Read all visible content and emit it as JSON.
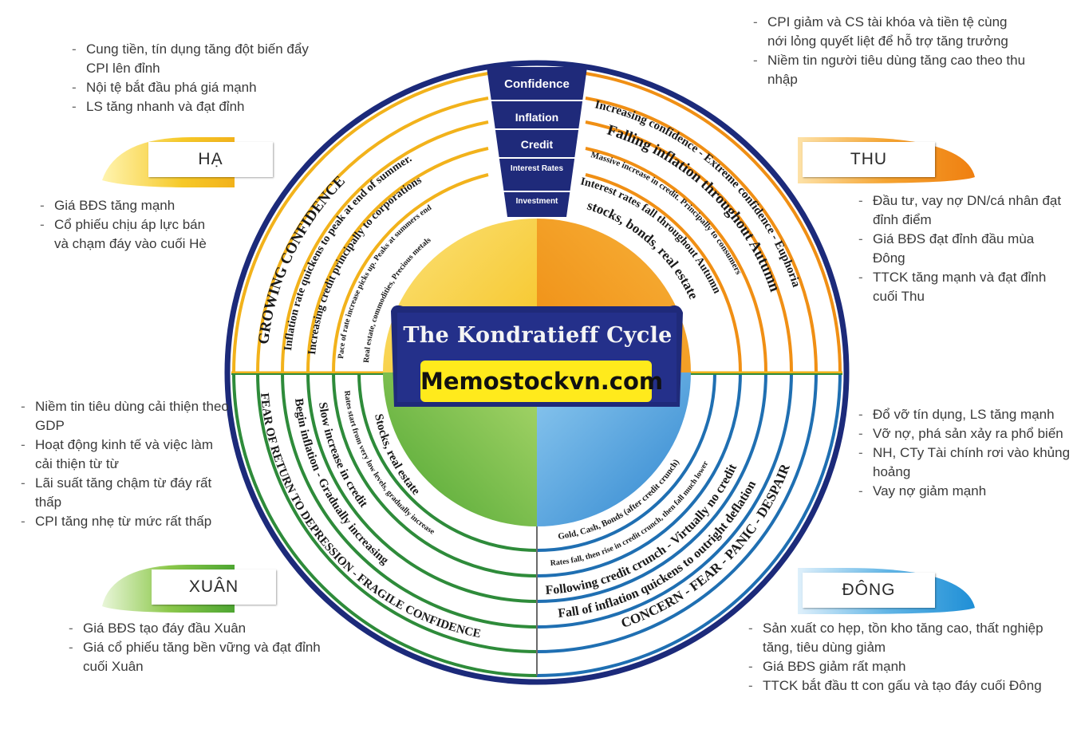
{
  "diagram": {
    "center_title": "The Kondratieff Cycle",
    "brand": "Memostockvn.com",
    "spokes": [
      "Confidence",
      "Inflation",
      "Credit",
      "Interest Rates",
      "Investment"
    ],
    "colors": {
      "summer": "#f6c928",
      "autumn": "#f29a1f",
      "spring": "#74b83e",
      "winter": "#4aa3dd",
      "summer_ring": "#f2b21b",
      "autumn_ring": "#f08f14",
      "spring_ring": "#2e8b3a",
      "winter_ring": "#1f6fb2",
      "spoke_band": "#1f2a7a"
    },
    "quadrants": {
      "summer": {
        "rings": [
          "GROWING CONFIDENCE",
          "Inflation rate quickens to peak at end of summer.",
          "Increasing credit principally to corporations",
          "Pace of rate increase picks up. Peaks at summers end",
          "Real estate, commodities, Precious metals"
        ]
      },
      "autumn": {
        "rings": [
          "Increasing confidence - Extreme confidence - Euphoria",
          "Falling inflation throughout Autumn",
          "Massive increase in credit. Principally to consumers",
          "Interest rates fall throughout Autumn",
          "stocks, bonds, real estate"
        ]
      },
      "winter": {
        "rings": [
          "CONCERN - FEAR - PANIC - DESPAIR",
          "Fall of inflation quickens to outright deflation",
          "Following credit crunch - Virtually no credit",
          "Rates fall, then rise in credit crunch, then fall much lower",
          "Gold, Cash, Bonds (after credit crunch)"
        ]
      },
      "spring": {
        "rings": [
          "FEAR OF RETURN TO DEPRESSION - FRAGILE CONFIDENCE",
          "Begin inflation - Gradually increasing",
          "Slow increase in credit",
          "Rates start from very low levels, gradually increase",
          "Stocks, real estate"
        ]
      }
    }
  },
  "seasons": {
    "ha": {
      "label": "HẠ",
      "notes_top": [
        "Cung tiền, tín dụng tăng đột biến đẩy CPI lên đỉnh",
        "Nội tệ bắt đầu phá giá mạnh",
        "LS tăng nhanh và đạt đỉnh"
      ],
      "notes_bottom": [
        "Giá BĐS tăng mạnh",
        "Cổ phiếu chịu áp lực bán và chạm đáy vào cuối Hè"
      ]
    },
    "thu": {
      "label": "THU",
      "notes_top": [
        "CPI giảm và CS tài khóa và tiền tệ cùng nới lỏng quyết liệt để hỗ trợ tăng trưởng",
        "Niềm tin người tiêu dùng tăng cao theo thu nhập"
      ],
      "notes_bottom": [
        "Đầu tư, vay nợ DN/cá nhân đạt đỉnh điểm",
        "Giá BĐS đạt đỉnh đầu mùa Đông",
        "TTCK tăng mạnh và đạt đỉnh cuối Thu"
      ]
    },
    "xuan": {
      "label": "XUÂN",
      "notes_top": [
        "Niềm tin tiêu dùng cải thiện theo GDP",
        "Hoạt động kinh tế và việc làm cải thiện từ từ",
        "Lãi suất tăng chậm từ đáy rất thấp",
        "CPI tăng nhẹ từ mức rất thấp"
      ],
      "notes_bottom": [
        "Giá BĐS tạo đáy đầu Xuân",
        "Giá cổ phiếu tăng bền vững và đạt đỉnh cuối Xuân"
      ]
    },
    "dong": {
      "label": "ĐÔNG",
      "notes_top": [
        "Đổ vỡ tín dụng, LS tăng mạnh",
        "Vỡ nợ, phá sản xảy ra phổ biến",
        "NH, CTy Tài chính rơi vào khủng hoảng",
        "Vay nợ giảm mạnh"
      ],
      "notes_bottom": [
        "Sản xuất co hẹp, tồn kho tăng cao, thất nghiệp tăng, tiêu dùng giảm",
        "Giá BĐS giảm rất mạnh",
        "TTCK bắt đầu tt con gấu và tạo đáy cuối Đông"
      ]
    }
  }
}
